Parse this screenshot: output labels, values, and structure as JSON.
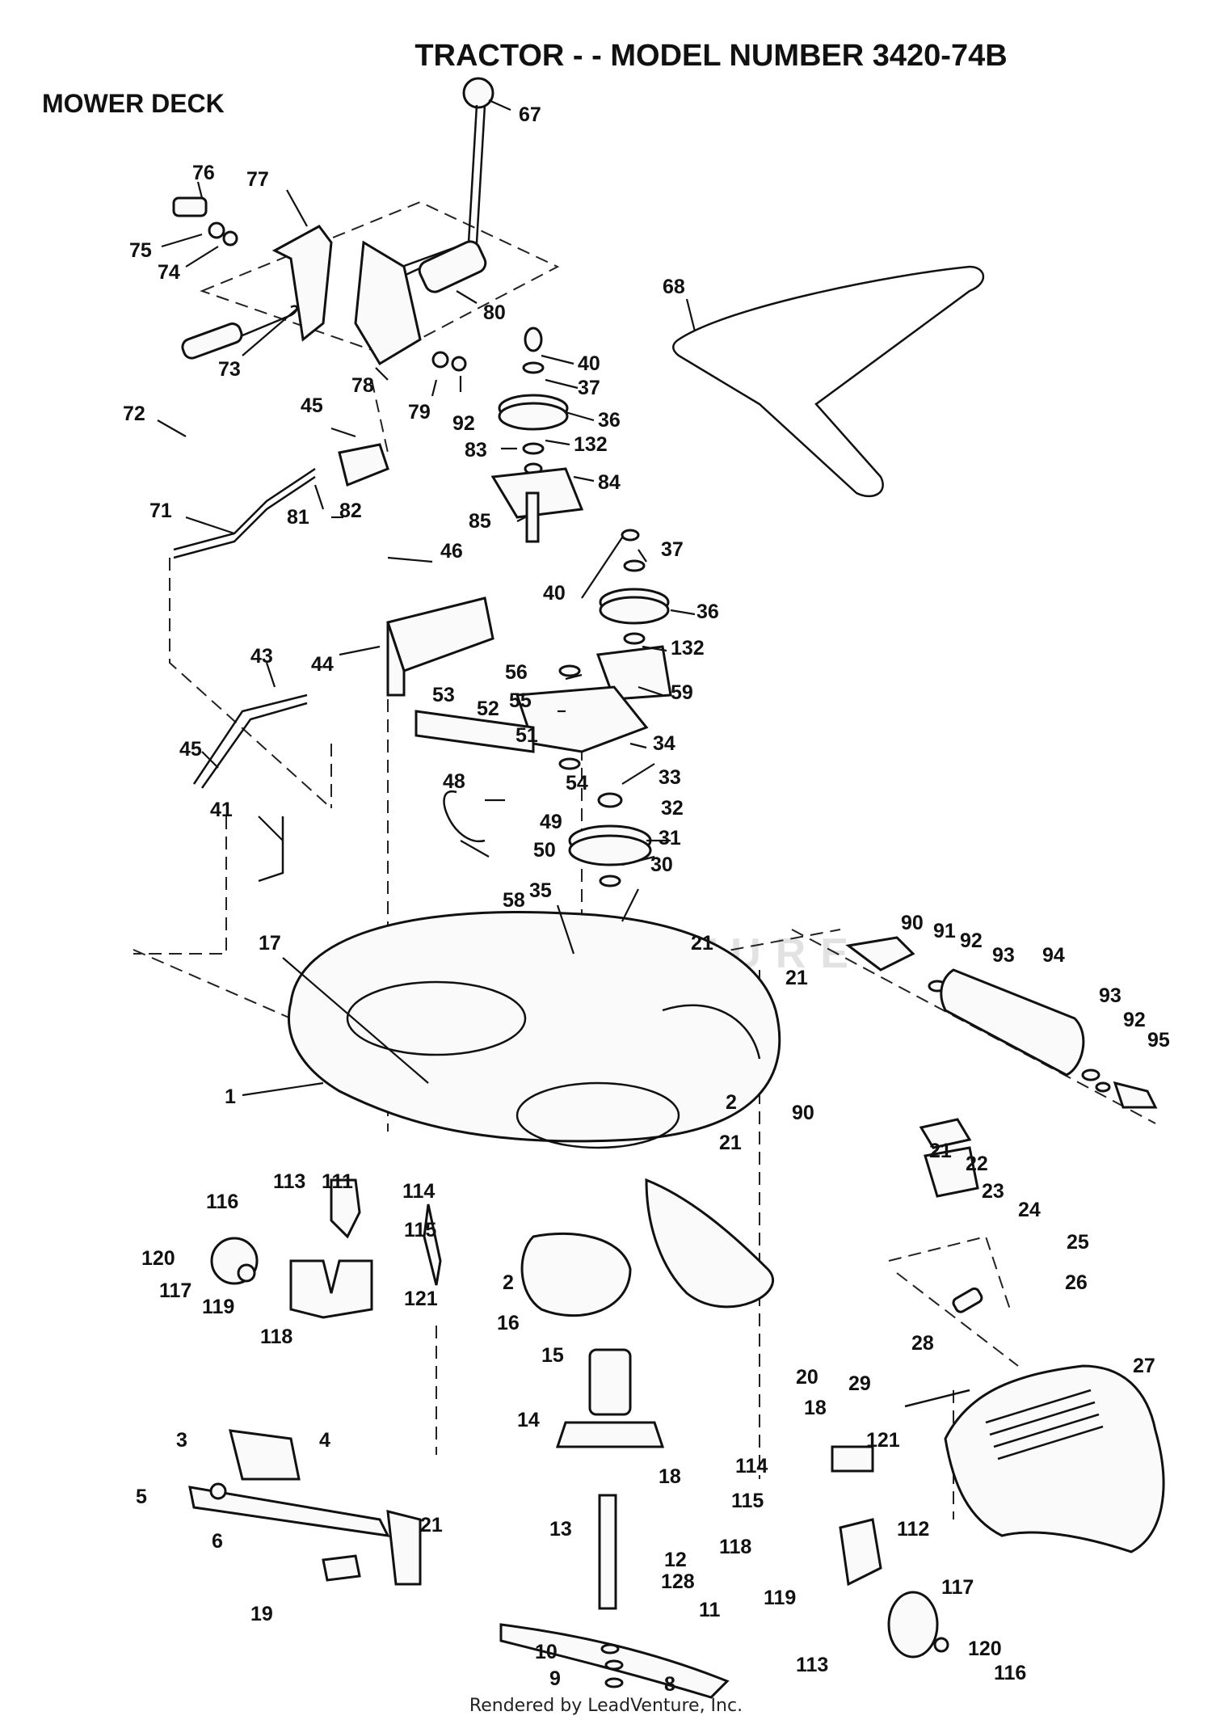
{
  "header": {
    "title": "TRACTOR - - MODEL NUMBER 3420-74B",
    "section": "MOWER DECK"
  },
  "watermark": "LEADVENTURE",
  "footer": "Rendered by LeadVenture, Inc.",
  "callouts": {
    "p67": "67",
    "p76": "76",
    "p77": "77",
    "p75": "75",
    "p74": "74",
    "p73": "73",
    "p80": "80",
    "p78": "78",
    "p79": "79",
    "p92a": "92",
    "p68": "68",
    "p40a": "40",
    "p37a": "37",
    "p36a": "36",
    "p132a": "132",
    "p83": "83",
    "p84": "84",
    "p85": "85",
    "p72": "72",
    "p45a": "45",
    "p81": "81",
    "p82": "82",
    "p71": "71",
    "p46": "46",
    "p44": "44",
    "p43": "43",
    "p45b": "45",
    "p41": "41",
    "p37b": "37",
    "p40b": "40",
    "p36b": "36",
    "p132b": "132",
    "p56": "56",
    "p59": "59",
    "p55": "55",
    "p53": "53",
    "p52": "52",
    "p51": "51",
    "p34": "34",
    "p48": "48",
    "p54": "54",
    "p33": "33",
    "p49": "49",
    "p50": "50",
    "p32": "32",
    "p31": "31",
    "p58": "58",
    "p35": "35",
    "p30": "30",
    "p17": "17",
    "p21a": "21",
    "p21b": "21",
    "p90a": "90",
    "p91": "91",
    "p92b": "92",
    "p93a": "93",
    "p94": "94",
    "p93b": "93",
    "p92c": "92",
    "p95": "95",
    "p90b": "90",
    "p1": "1",
    "p2a": "2",
    "p21c": "21",
    "p2b": "2",
    "p113a": "113",
    "p111": "111",
    "p114a": "114",
    "p116a": "116",
    "p115a": "115",
    "p120a": "120",
    "p117a": "117",
    "p119a": "119",
    "p121a": "121",
    "p118a": "118",
    "p16": "16",
    "p15": "15",
    "p14": "14",
    "p20": "20",
    "p18a": "18",
    "p18b": "18",
    "p114b": "114",
    "p121b": "121",
    "p21d": "21",
    "p22": "22",
    "p23": "23",
    "p24": "24",
    "p25": "25",
    "p26": "26",
    "p28": "28",
    "p27": "27",
    "p29": "29",
    "p3": "3",
    "p4": "4",
    "p5": "5",
    "p6": "6",
    "p21e": "21",
    "p19": "19",
    "p13": "13",
    "p12": "12",
    "p128": "128",
    "p11": "11",
    "p10": "10",
    "p9": "9",
    "p8": "8",
    "p115b": "115",
    "p112": "112",
    "p118b": "118",
    "p119b": "119",
    "p117b": "117",
    "p113b": "113",
    "p120b": "120",
    "p116b": "116"
  }
}
